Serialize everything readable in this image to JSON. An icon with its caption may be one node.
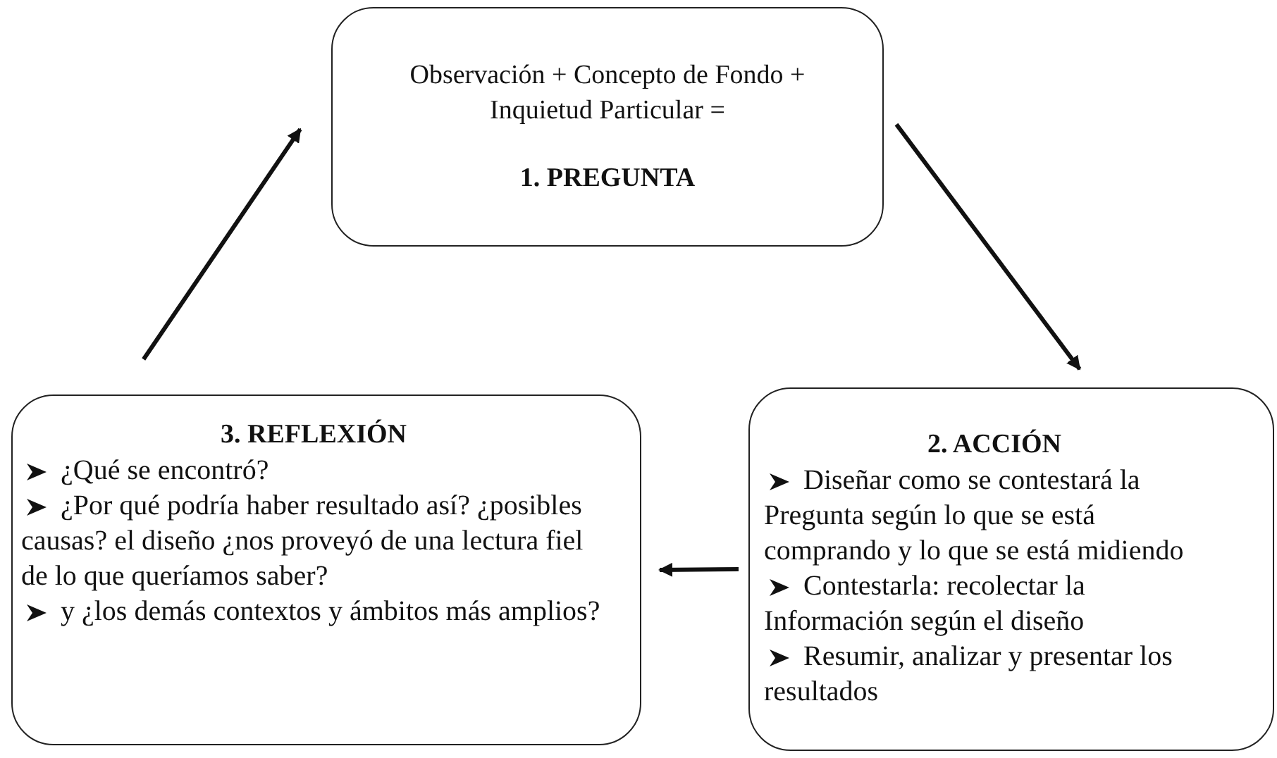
{
  "diagram": {
    "nodes": [
      {
        "text": [
          "Observación + Concepto de Fondo + Inquietud Particular =",
          "1. PREGUNTA"
        ]
      },
      {
        "text": [
          "2. ACCIÓN",
          "Diseñar como se contestará la Pregunta según lo que se está comprando y lo que se está midiendo",
          "Contestarla: recolectar la Información según el diseño",
          "Resumir, analizar y presentar los resultados"
        ]
      },
      {
        "text": [
          "3. REFLEXIÓN",
          "¿Qué se encontró?",
          "¿Por qué podría haber resultado así? ¿posibles causas? el diseño ¿nos proveyó de una lectura fiel de lo que queríamos saber?",
          "y ¿los demás contextos y ámbitos más amplios?"
        ]
      }
    ],
    "edges": [
      {
        "from": 0,
        "to": 1,
        "arrow": "to"
      },
      {
        "from": 1,
        "to": 2,
        "arrow": "to"
      },
      {
        "from": 2,
        "to": 0,
        "arrow": "to"
      }
    ]
  }
}
